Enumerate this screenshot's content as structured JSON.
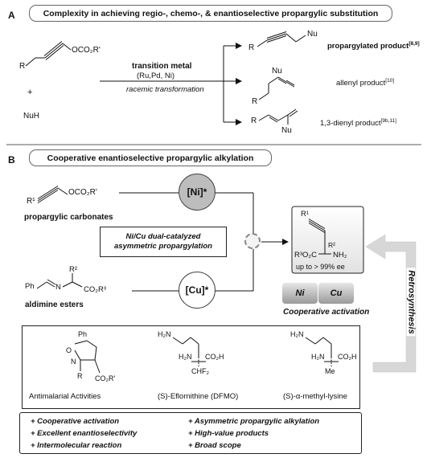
{
  "section_a": {
    "letter": "A",
    "title": "Complexity in achieving regio-, chemo-, & enantioselective propargylic substitution",
    "reactant_r": "R",
    "reactant_group": "OCO₂R'",
    "plus": "+",
    "nucleophile": "NuH",
    "catalyst_label": "transition metal",
    "catalyst_metals": "(Ru,Pd, Ni)",
    "transformation_label": "racemic transformation",
    "product1_r": "R",
    "product1_nu": "Nu",
    "product1_label": "propargylated product",
    "product1_ref": "[8,9]",
    "product2_nu": "Nu",
    "product2_r": "R",
    "product2_label": "allenyl product",
    "product2_ref": "[10]",
    "product3_r": "R",
    "product3_nu": "Nu",
    "product3_label": "1,3-dienyl product",
    "product3_ref": "[9b,11]"
  },
  "section_b": {
    "letter": "B",
    "title": "Cooperative enantioselective propargylic alkylation",
    "carbonate_r1": "R¹",
    "carbonate_group": "OCO₂R'",
    "carbonate_label": "propargylic carbonates",
    "ni_catalyst": "[Ni]*",
    "cu_catalyst": "[Cu]*",
    "dual_line1": "Ni/Cu dual-catalyzed",
    "dual_line2": "asymmetric propargylation",
    "aldimine_ph": "Ph",
    "aldimine_n": "N",
    "aldimine_r2": "R²",
    "aldimine_ester": "CO₂R³",
    "aldimine_label": "aldimine esters",
    "product_r1": "R¹",
    "product_ester": "R³O₂C",
    "product_r2": "R²",
    "product_nh2": "NH₂",
    "product_ee": "up to > 99% ee",
    "coop_ni": "Ni",
    "coop_cu": "Cu",
    "coop_label": "Cooperative activation",
    "retro_label": "Retrosynthesis"
  },
  "examples": [
    {
      "name": "Antimalarial Activities"
    },
    {
      "name": "(S)-Eflornithine (DFMO)"
    },
    {
      "name": "(S)-α-methyl-lysine"
    }
  ],
  "example_atoms": {
    "ph": "Ph",
    "o": "O",
    "n": "N",
    "r": "R",
    "co2r": "CO₂R'",
    "h2n_a": "H₂N",
    "h2n_b": "H₂N",
    "co2h_b": "CO₂H",
    "chf2": "CHF₂",
    "h2n_c": "H₂N",
    "h2n_d": "H₂N",
    "co2h_d": "CO₂H",
    "me": "Me"
  },
  "features": [
    "+ Cooperative activation",
    "+ Excellent enantioselectivity",
    "+ Intermolecular reaction",
    "+ Asymmetric propargylic alkylation",
    "+ High-value products",
    "+ Broad scope"
  ],
  "colors": {
    "ni_fill": "#bdbdbd",
    "cu_fill": "#ffffff",
    "retro_arrow": "#d7d7d7",
    "product_box_grad_top": "#ffffff",
    "product_box_grad_bottom": "#e2e2e2"
  }
}
